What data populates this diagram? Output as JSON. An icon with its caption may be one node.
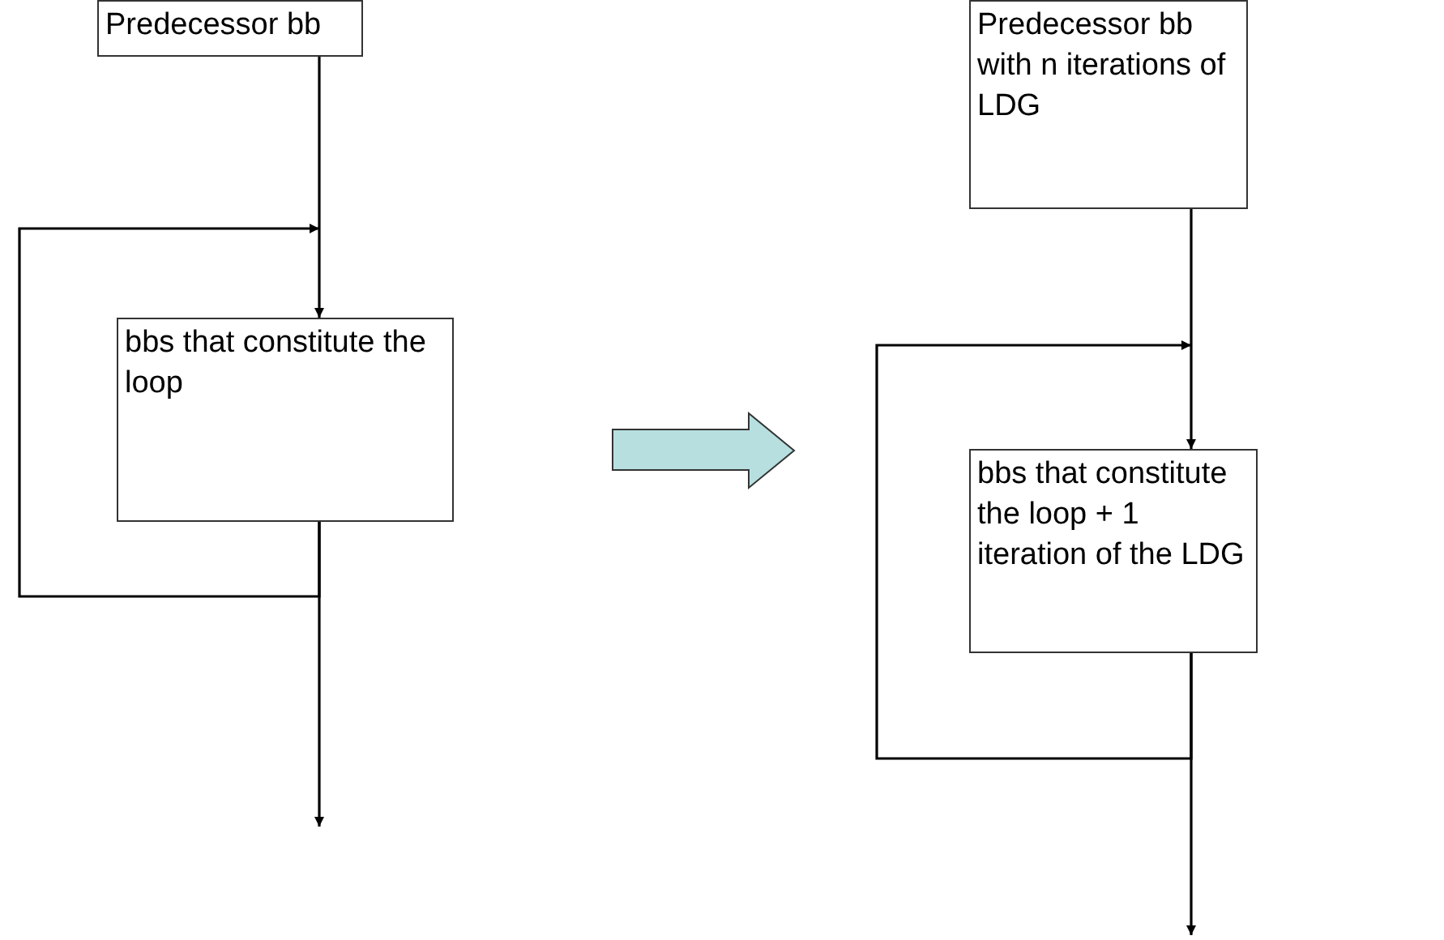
{
  "diagram": {
    "nodes": [
      {
        "text": [
          "Predecessor bb"
        ]
      },
      {
        "text": [
          "bbs that constitute the loop"
        ]
      },
      {
        "text": [
          "Predecessor bb with n iterations of LDG"
        ]
      },
      {
        "text": [
          "bbs that constitute the loop + 1 iteration of the LDG"
        ]
      }
    ],
    "edges": [
      {
        "from": 0,
        "to": 1,
        "arrow": "to"
      },
      {
        "from": 1,
        "to": 1,
        "arrow": "to"
      },
      {
        "from": 1,
        "to": null,
        "arrow": "to"
      },
      {
        "from": 2,
        "to": 3,
        "arrow": "to"
      },
      {
        "from": 3,
        "to": 3,
        "arrow": "to"
      },
      {
        "from": 3,
        "to": null,
        "arrow": "to"
      }
    ]
  }
}
